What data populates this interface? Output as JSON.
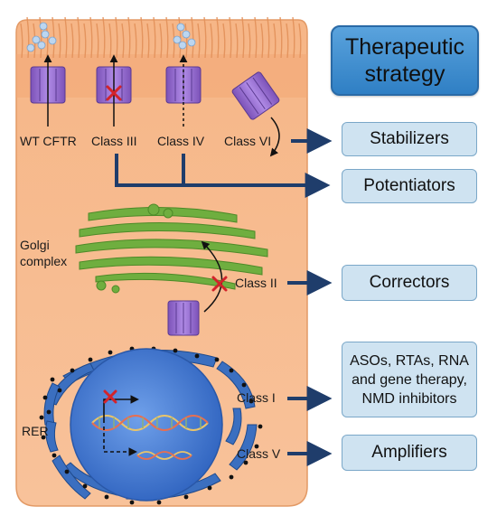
{
  "title": "Therapeutic\nstrategy",
  "channel_labels": {
    "wt": "WT CFTR",
    "class3": "Class III",
    "class4": "Class IV",
    "class6": "Class VI"
  },
  "organelles": {
    "golgi": "Golgi\ncomplex",
    "rer": "RER"
  },
  "class_labels": {
    "class2": "Class II",
    "class1": "Class I",
    "class5": "Class V"
  },
  "strategies": {
    "stabilizers": "Stabilizers",
    "potentiators": "Potentiators",
    "correctors": "Correctors",
    "class1_therapy": "ASOs, RTAs, RNA\nand gene therapy,\nNMD inhibitors",
    "amplifiers": "Amplifiers"
  },
  "colors": {
    "cell_fill": "#f7bb8c",
    "cell_edge": "#e39a66",
    "channel": "#9b6fd1",
    "golgi": "#6fae3f",
    "nucleus": "#3f79d4",
    "er": "#2e63b0",
    "arrow": "#1f3d6b",
    "box_fill": "#cfe3f1",
    "title_fill": "#3f8fd2",
    "block_mark": "#d3232a"
  }
}
